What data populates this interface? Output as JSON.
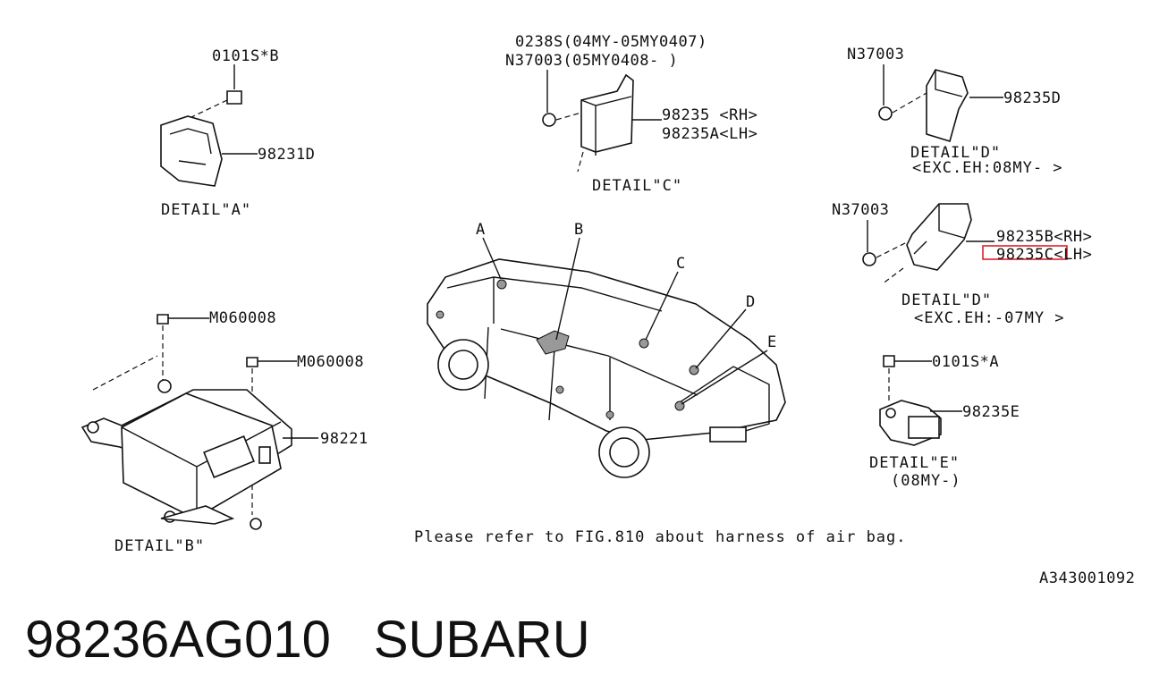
{
  "diagram": {
    "detail_a": {
      "fastener": "0101S*B",
      "part": "98231D",
      "caption": "DETAIL\"A\""
    },
    "detail_b": {
      "bolt_1": "M060008",
      "bolt_2": "M060008",
      "part": "98221",
      "caption": "DETAIL\"B\""
    },
    "detail_c": {
      "fastener_1": "0238S(04MY-05MY0407)",
      "fastener_2": "N37003(05MY0408-     )",
      "part_rh": "98235 <RH>",
      "part_lh": "98235A<LH>",
      "caption": "DETAIL\"C\""
    },
    "detail_d_top": {
      "nut": "N37003",
      "part": "98235D",
      "caption": "DETAIL\"D\"",
      "subcaption": "<EXC.EH:08MY- >"
    },
    "detail_d_bottom": {
      "nut": "N37003",
      "part_rh": "98235B<RH>",
      "part_lh": "98235C<LH>",
      "caption": "DETAIL\"D\"",
      "subcaption": "<EXC.EH:-07MY >"
    },
    "detail_e": {
      "fastener": "0101S*A",
      "part": "98235E",
      "caption": "DETAIL\"E\"",
      "subcaption": "(08MY-)"
    },
    "car_callouts": [
      "A",
      "B",
      "C",
      "D",
      "E"
    ],
    "note": "Please refer to FIG.810 about harness of air bag.",
    "diagram_code": "A343001092",
    "highlight_color": "#e0202a"
  },
  "footer": {
    "part_number": "98236AG010",
    "brand": "SUBARU"
  }
}
